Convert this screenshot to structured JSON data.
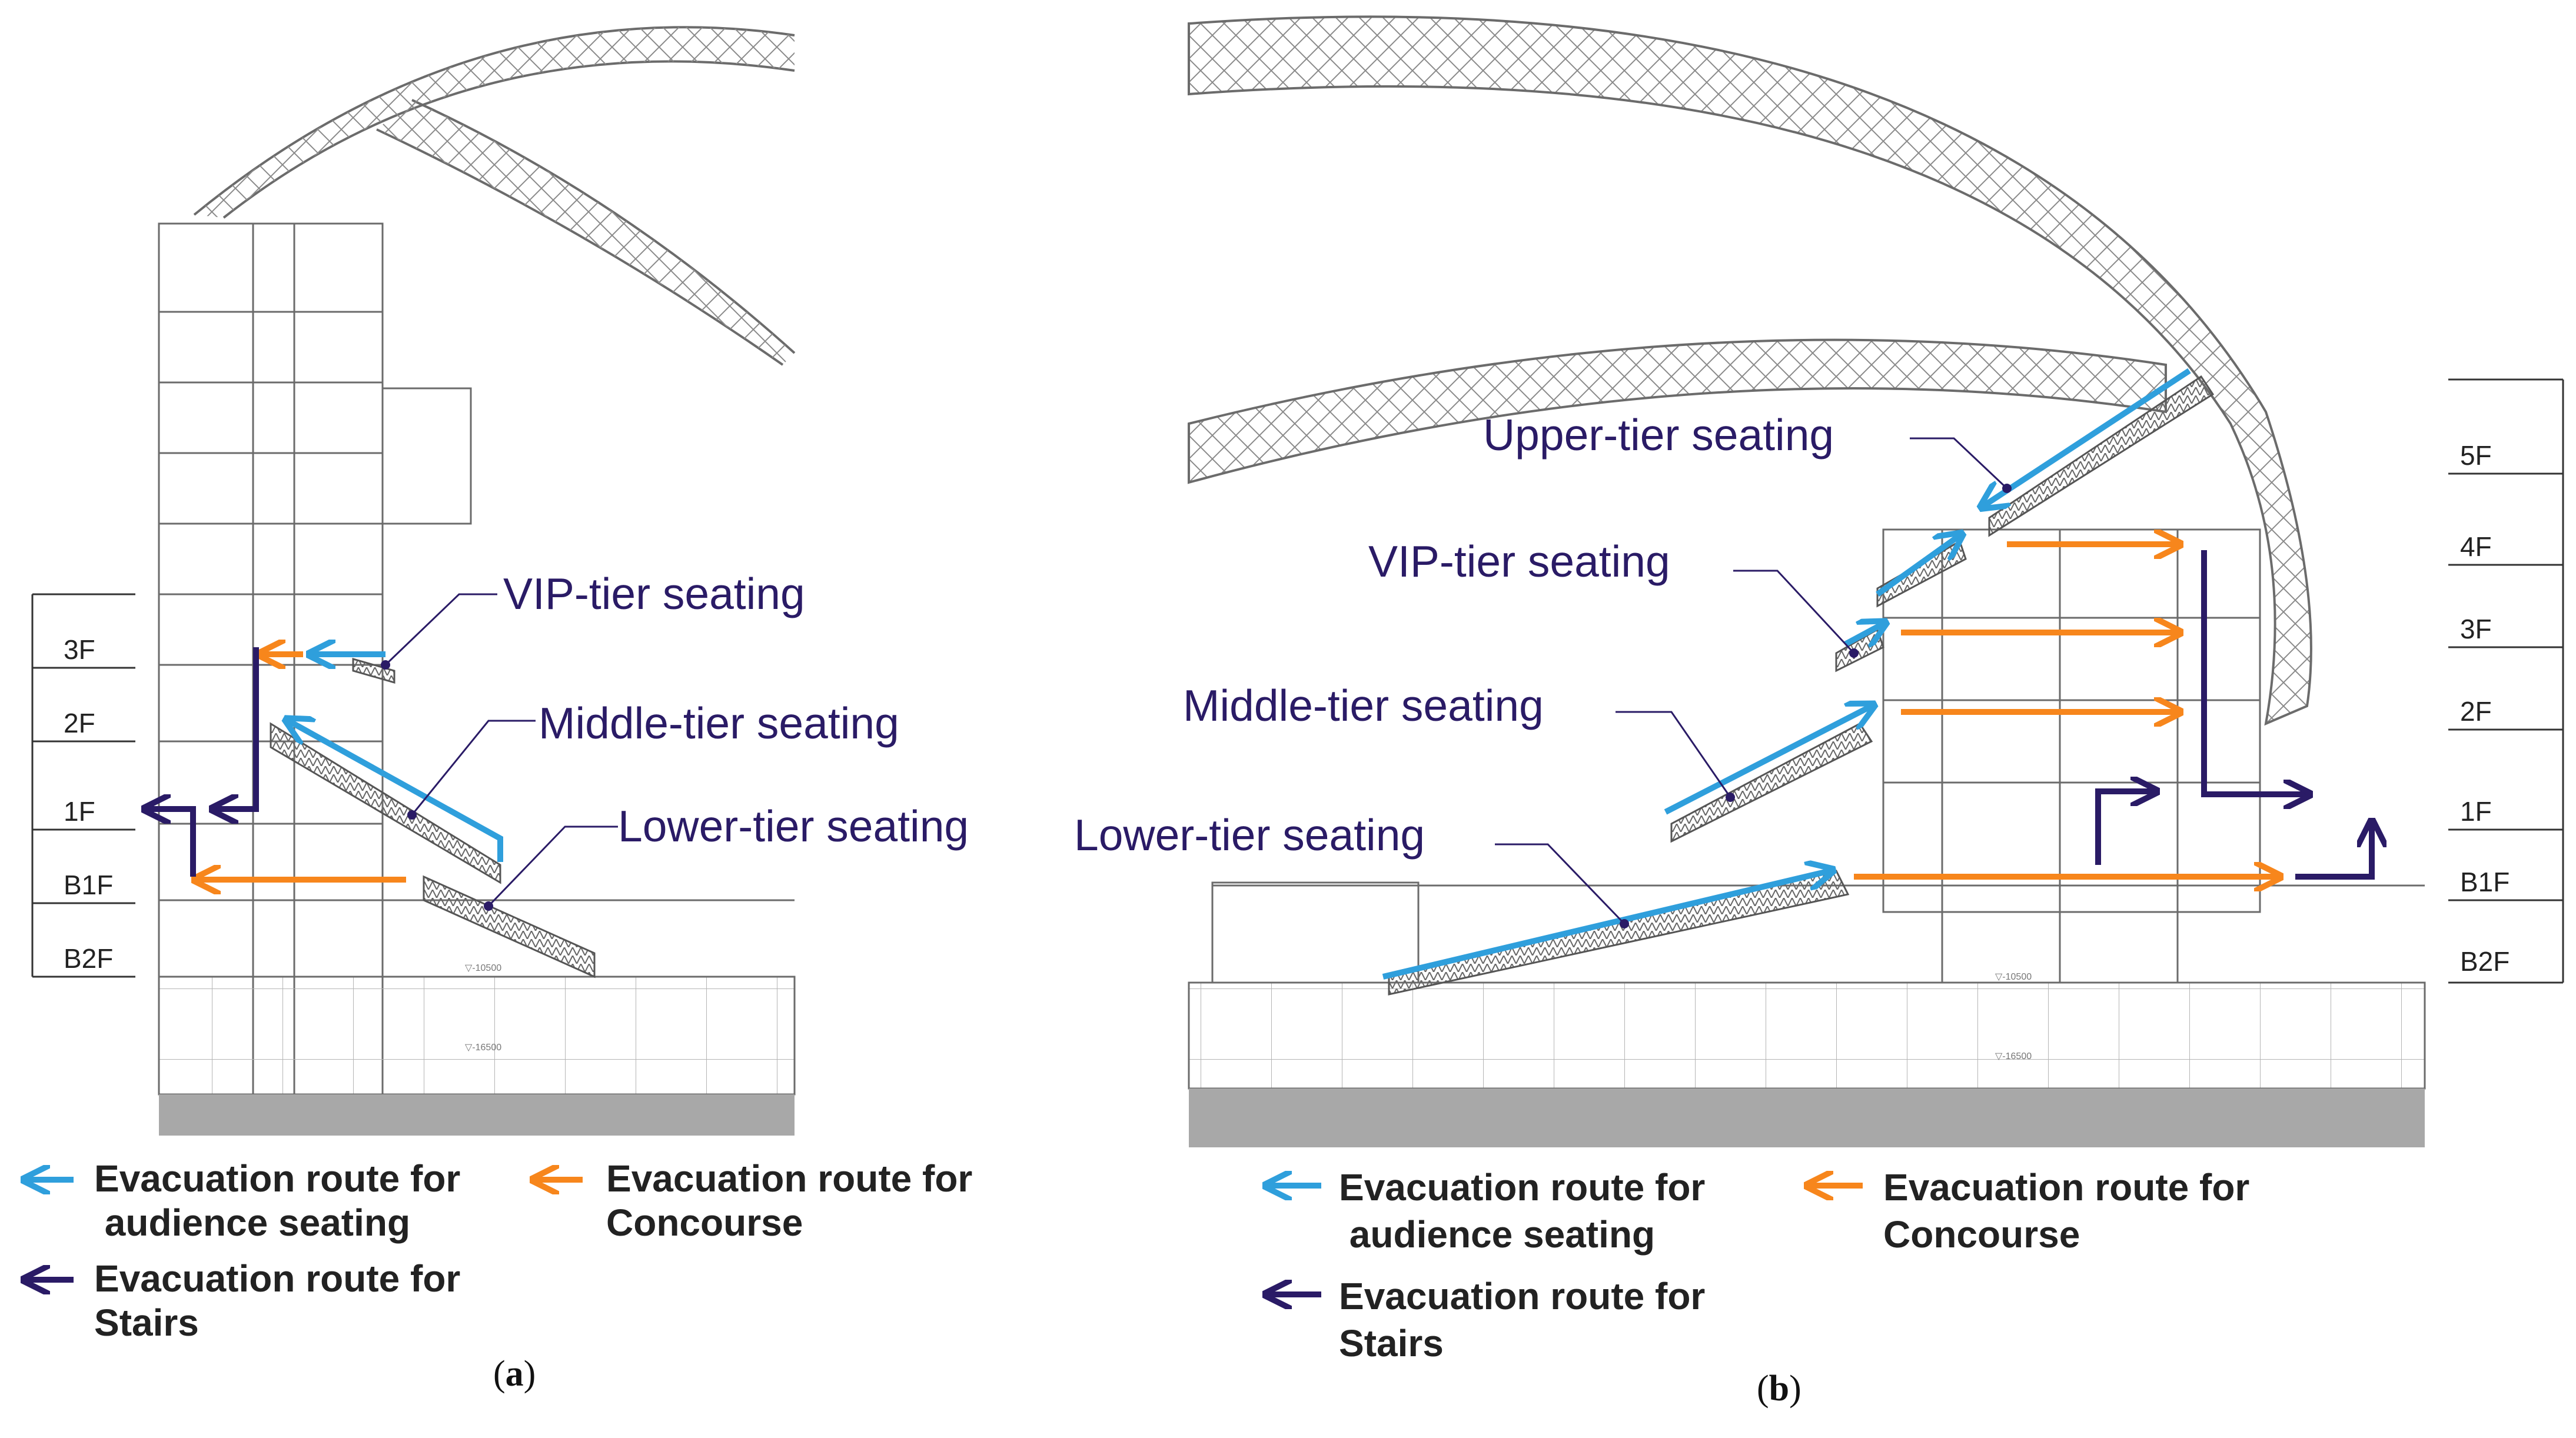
{
  "colors": {
    "audience": "#2f9fdc",
    "concourse": "#f7861c",
    "stairs": "#2a1b66",
    "structure": "#6b6b6b",
    "ground": "#a8a8a8"
  },
  "panel_a": {
    "caption_open": "(",
    "caption_letter": "a",
    "caption_close": ")",
    "floors": [
      "3F",
      "2F",
      "1F",
      "B1F",
      "B2F"
    ],
    "labels": {
      "vip": "VIP-tier seating",
      "middle": "Middle-tier seating",
      "lower": "Lower-tier seating"
    },
    "elevations": [
      "▽-10500",
      "▽-16500"
    ]
  },
  "panel_b": {
    "caption_open": "(",
    "caption_letter": "b",
    "caption_close": ")",
    "floors": [
      "5F",
      "4F",
      "3F",
      "2F",
      "1F",
      "B1F",
      "B2F"
    ],
    "labels": {
      "upper": "Upper-tier seating",
      "vip": "VIP-tier seating",
      "middle": "Middle-tier seating",
      "lower": "Lower-tier seating"
    },
    "elevations": [
      "▽-10500",
      "▽-16500"
    ]
  },
  "legend": {
    "audience": [
      "Evacuation route for",
      " audience seating"
    ],
    "concourse": [
      "Evacuation route for",
      "Concourse"
    ],
    "stairs": [
      "Evacuation route for",
      "Stairs"
    ]
  }
}
